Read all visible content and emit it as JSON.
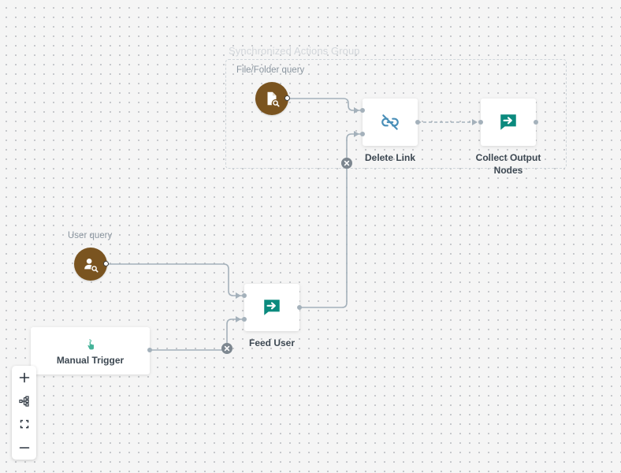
{
  "group": {
    "title": "Synchronized Actions Group"
  },
  "queries": [
    {
      "label": "File/Folder query",
      "icon": "file-search-icon"
    },
    {
      "label": "User query",
      "icon": "user-search-icon"
    }
  ],
  "nodes": {
    "delete_link": {
      "label": "Delete Link",
      "icon": "unlink-icon"
    },
    "collect_output": {
      "label": "Collect Output Nodes",
      "icon": "message-arrow-icon"
    },
    "feed_user": {
      "label": "Feed User",
      "icon": "message-arrow-icon"
    },
    "manual_trigger": {
      "label": "Manual Trigger",
      "icon": "touch-icon"
    }
  },
  "zoom_controls": [
    "zoom-in",
    "auto-layout",
    "fit-view",
    "zoom-out"
  ],
  "colors": {
    "canvas_bg": "#f5f5f5",
    "query_node": "#7a5420",
    "action_icon": "#0b8a7e",
    "unlink_icon": "#4a8fb8",
    "edge": "#a4b1bb",
    "delete_badge": "#7d8790"
  }
}
